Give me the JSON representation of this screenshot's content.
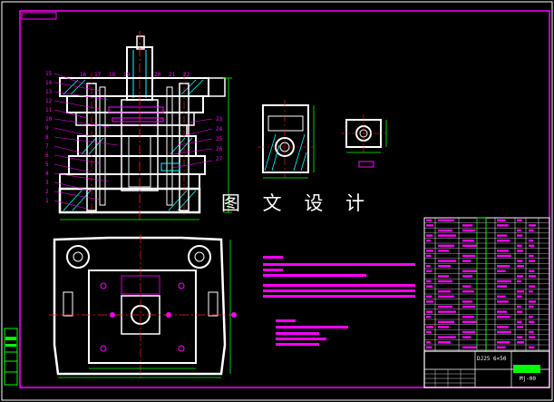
{
  "watermark": "图 文 设 计",
  "title_block": {
    "drawing_title": "DJ25 6×50",
    "drawing_code": "Mj-00"
  },
  "part_numbers": {
    "left": [
      "15",
      "14",
      "13",
      "12",
      "11",
      "10",
      "9",
      "8",
      "7",
      "6",
      "5",
      "4",
      "3",
      "2",
      "1"
    ],
    "top": [
      "16",
      "17",
      "18",
      "19",
      "20",
      "21",
      "22"
    ],
    "right": [
      "23",
      "24",
      "25",
      "26",
      "27"
    ]
  },
  "colors": {
    "frame": "#ff00ff",
    "outline": "#ffffff",
    "centerline": "#ff2020",
    "dimension": "#00ff00",
    "hatch": "#00ffff",
    "notes": "#ff00ff",
    "background": "#000000"
  }
}
